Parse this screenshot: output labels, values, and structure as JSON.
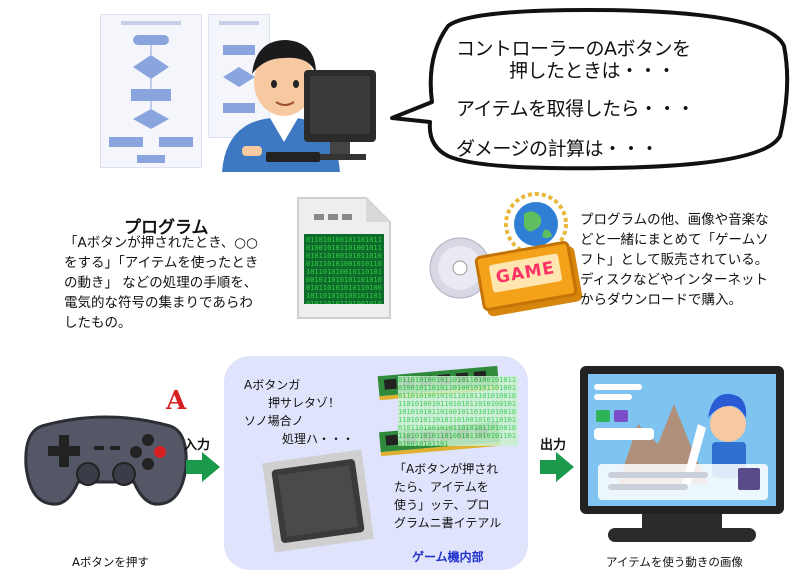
{
  "speech_bubble": {
    "lines": [
      "コントローラーのAボタンを",
      "押したときは・・・",
      "アイテムを取得したら・・・",
      "ダメージの計算は・・・"
    ]
  },
  "program": {
    "title": "プログラム",
    "description_lines": [
      "「Aボタンが押されたとき、○○",
      "をする」「アイテムを使ったとき",
      "の動き」 などの処理の手順を、",
      "電気的な符号の集まりであらわ",
      "したもの。"
    ]
  },
  "game_soft": {
    "badge": "GAME",
    "description_lines": [
      "プログラムの他、画像や音楽な",
      "どと一緒にまとめて「ゲームソ",
      "フト」として販売されている。",
      "ディスクなどやインターネット",
      "からダウンロードで購入。"
    ]
  },
  "controller": {
    "button_letter": "A",
    "caption": "Aボタンを押す"
  },
  "arrows": {
    "input_label": "入力",
    "output_label": "出力"
  },
  "game_internal": {
    "label": "ゲーム機内部",
    "cpu_voice_lines": [
      "Aボタンガ",
      "押サレタゾ！",
      "ソノ場合ノ",
      "処理ハ・・・"
    ],
    "memory_voice_lines": [
      "「Aボタンが押され",
      "たら、アイテムを",
      "使う」ッテ、プロ",
      "グラムニ書イテアル"
    ]
  },
  "monitor": {
    "caption": "アイテムを使う動きの画像"
  },
  "colors": {
    "arrow_green": "#1a9a4a",
    "internal_bg": "#dfe3fb",
    "internal_label": "#2233cc",
    "controller_letter": "#d62020",
    "binary_green": "#2ecc40"
  }
}
